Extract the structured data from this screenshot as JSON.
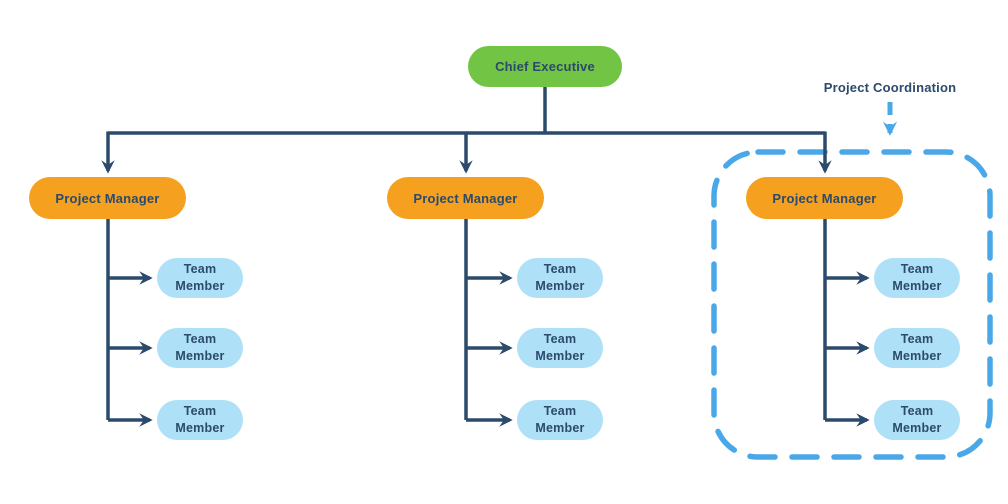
{
  "colors": {
    "green": "#72C444",
    "orange": "#F5A01E",
    "light_blue": "#AEE1F8",
    "navy": "#2C4A6B",
    "dash_blue": "#4AA8E8",
    "background": "#FFFFFF"
  },
  "org_chart": {
    "root": {
      "label": "Chief Executive"
    },
    "managers": [
      {
        "label": "Project Manager",
        "members": [
          {
            "label": "Team Member"
          },
          {
            "label": "Team Member"
          },
          {
            "label": "Team Member"
          }
        ]
      },
      {
        "label": "Project Manager",
        "members": [
          {
            "label": "Team Member"
          },
          {
            "label": "Team Member"
          },
          {
            "label": "Team Member"
          }
        ]
      },
      {
        "label": "Project Manager",
        "members": [
          {
            "label": "Team Member"
          },
          {
            "label": "Team Member"
          },
          {
            "label": "Team Member"
          }
        ]
      }
    ],
    "annotation": {
      "label": "Project Coordination"
    }
  }
}
